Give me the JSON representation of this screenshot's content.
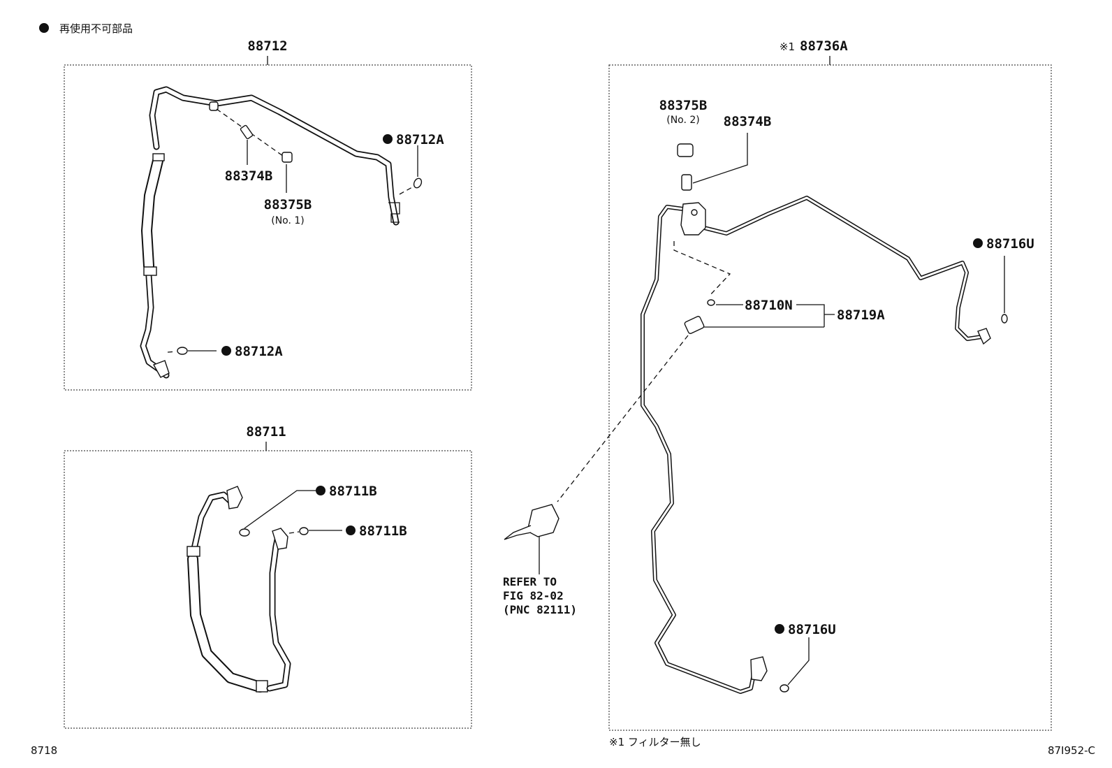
{
  "legend": {
    "text": "再使用不可部品"
  },
  "panels": {
    "top_left": {
      "title": "88712"
    },
    "bottom_left": {
      "title": "88711"
    },
    "right": {
      "title_prefix": "※1",
      "title": "88736A",
      "footnote": "※1 フィルター無し"
    }
  },
  "labels": {
    "p88712A_top": "88712A",
    "p88374B_left": "88374B",
    "p88375B_left": "88375B",
    "p88375B_left_sub": "(No. 1)",
    "p88712A_bottom": "88712A",
    "p88711B_1": "88711B",
    "p88711B_2": "88711B",
    "p88375B_right": "88375B",
    "p88375B_right_sub": "(No. 2)",
    "p88374B_right": "88374B",
    "p88716U_top": "88716U",
    "p88710N": "88710N",
    "p88719A": "88719A",
    "p88716U_bottom": "88716U"
  },
  "reference": {
    "line1": "REFER TO",
    "line2": "FIG 82-02",
    "line3": "(PNC 82111)"
  },
  "footer": {
    "left_code": "8718",
    "right_code": "87I952-C"
  },
  "colors": {
    "ink": "#111111",
    "paper": "#ffffff"
  }
}
